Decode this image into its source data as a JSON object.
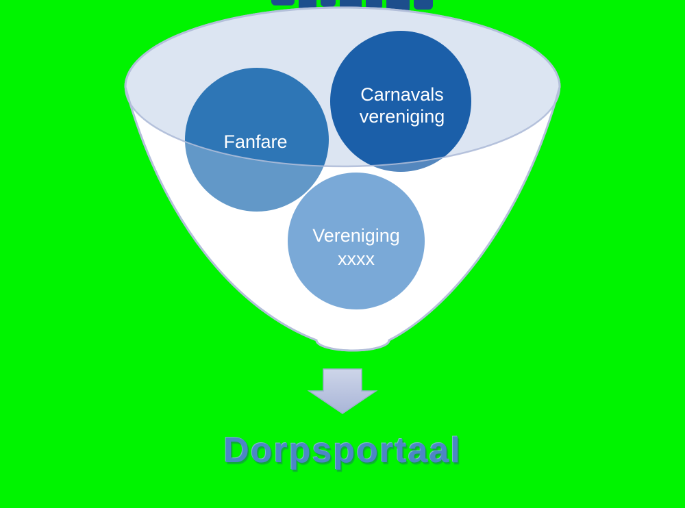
{
  "background_color": "#00f400",
  "artifact_color": "#1d4e8c",
  "funnel": {
    "body_fill": "#ffffff",
    "mouth_fill": "#dce5f2",
    "outline_color": "#b3bfda",
    "surface_overlay": "rgba(255,255,255,0.25)",
    "label_color": "#ffffff",
    "circles": [
      {
        "id": "fanfare",
        "lines": [
          "Fanfare"
        ],
        "color": "#2e76b6"
      },
      {
        "id": "carnavals-vereniging",
        "lines": [
          "Carnavals",
          "vereniging"
        ],
        "color": "#1b5fa9"
      },
      {
        "id": "vereniging-xxxx",
        "lines": [
          "Vereniging",
          "xxxx"
        ],
        "color": "#4e8cca"
      }
    ]
  },
  "arrow": {
    "color_top": "#cdd5e9",
    "color_bottom": "#a9b5d7",
    "outline": "#9fadd0"
  },
  "output": {
    "label": "Dorpsportaal",
    "color": "#4d86c6"
  }
}
